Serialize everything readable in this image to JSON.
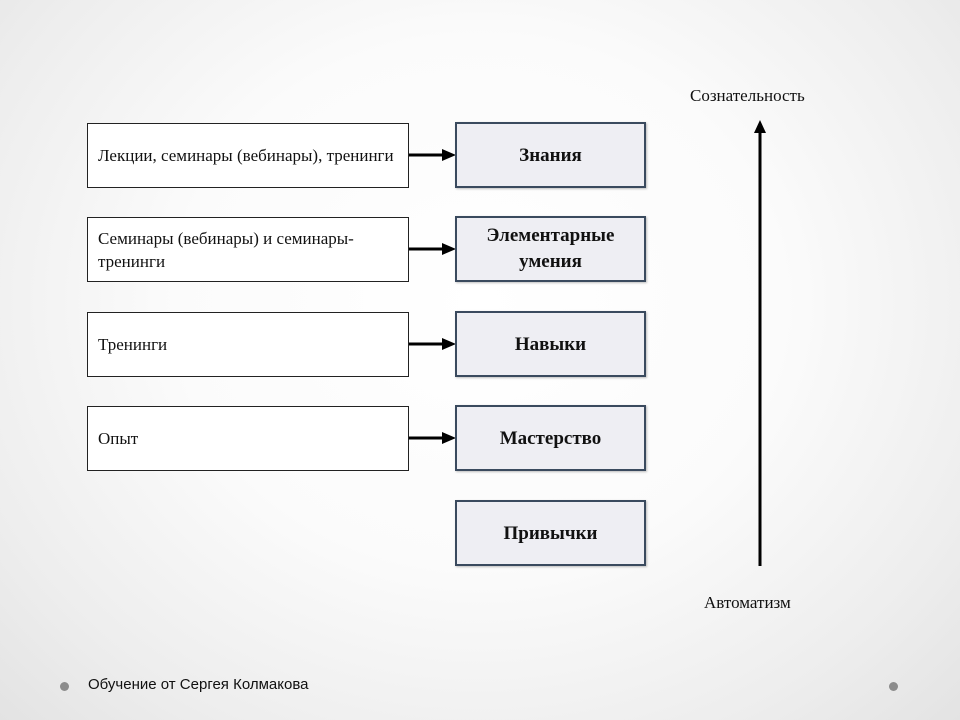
{
  "sources": [
    "Лекции, семинары (вебинары), тренинги",
    "Семинары (вебинары) и семинары-тренинги",
    "Тренинги",
    "Опыт"
  ],
  "targets": [
    "Знания",
    "Элементарные умения",
    "Навыки",
    "Мастерство",
    "Привычки"
  ],
  "axis": {
    "top_label": "Сознательность",
    "bottom_label": "Автоматизм"
  },
  "footer": {
    "text": "Обучение от Сергея Колмакова"
  }
}
